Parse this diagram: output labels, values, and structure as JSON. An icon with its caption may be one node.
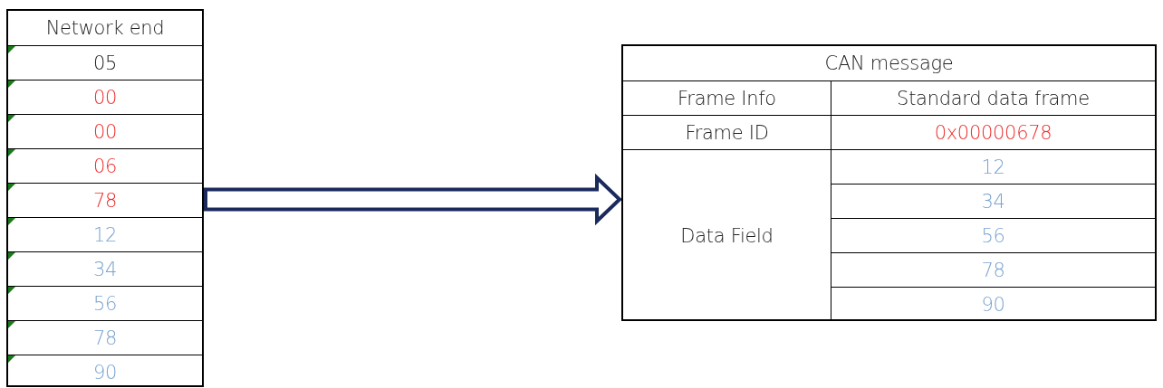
{
  "diagram": {
    "nodes": [
      {
        "text": [
          "Network end"
        ]
      },
      {
        "text": [
          "05"
        ],
        "in": 0
      },
      {
        "text": [
          "00"
        ],
        "in": 0
      },
      {
        "text": [
          "00"
        ],
        "in": 0
      },
      {
        "text": [
          "06"
        ],
        "in": 0
      },
      {
        "text": [
          "78"
        ],
        "in": 0
      },
      {
        "text": [
          "12"
        ],
        "in": 0
      },
      {
        "text": [
          "34"
        ],
        "in": 0
      },
      {
        "text": [
          "56"
        ],
        "in": 0
      },
      {
        "text": [
          "78"
        ],
        "in": 0
      },
      {
        "text": [
          "90"
        ],
        "in": 0
      },
      {
        "text": [
          "CAN message"
        ]
      },
      {
        "text": [
          "Frame Info"
        ],
        "in": 11
      },
      {
        "text": [
          "Standard data frame"
        ],
        "in": 11
      },
      {
        "text": [
          "Frame ID"
        ],
        "in": 11
      },
      {
        "text": [
          "0x00000678"
        ],
        "in": 11
      },
      {
        "text": [
          "Data Field"
        ],
        "in": 11
      },
      {
        "text": [
          "12"
        ],
        "in": 11
      },
      {
        "text": [
          "34"
        ],
        "in": 11
      },
      {
        "text": [
          "56"
        ],
        "in": 11
      },
      {
        "text": [
          "78"
        ],
        "in": 11
      },
      {
        "text": [
          "90"
        ],
        "in": 11
      }
    ],
    "edges": [
      {
        "from": 0,
        "to": 11,
        "arrow": "to"
      }
    ]
  }
}
